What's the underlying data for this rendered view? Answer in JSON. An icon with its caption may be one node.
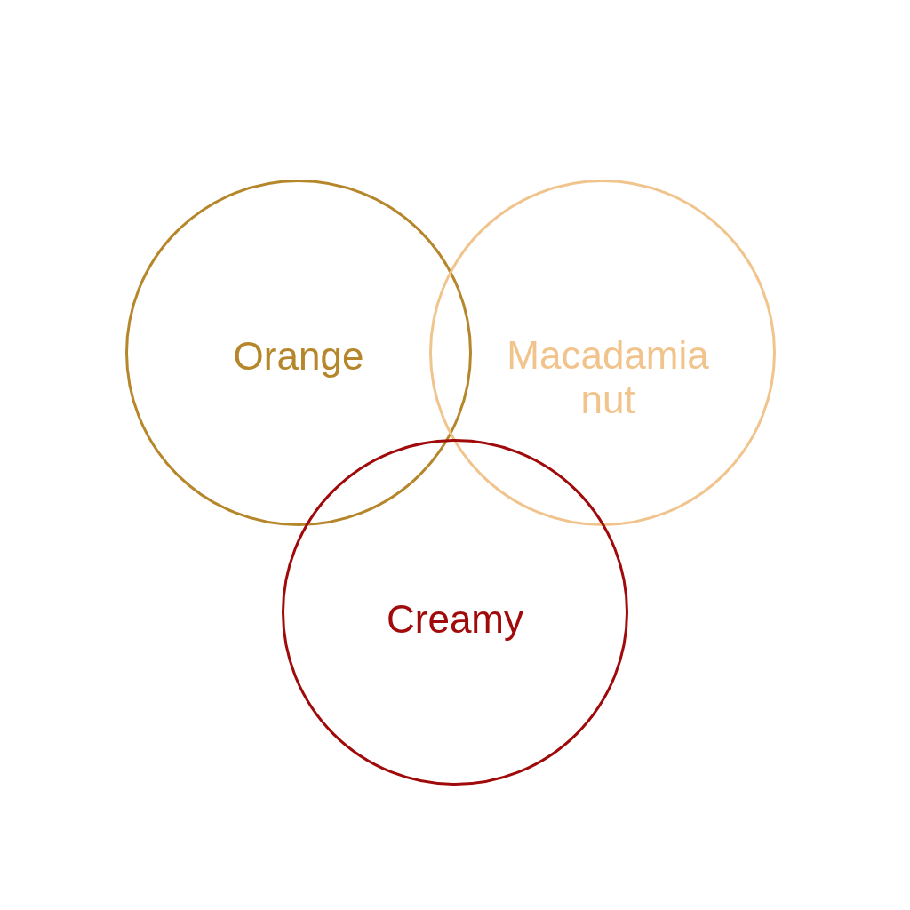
{
  "diagram": {
    "nodes": [
      {
        "text": [
          "Orange"
        ]
      },
      {
        "text": [
          "Macadamia nut"
        ]
      },
      {
        "text": [
          "Creamy"
        ]
      }
    ]
  }
}
